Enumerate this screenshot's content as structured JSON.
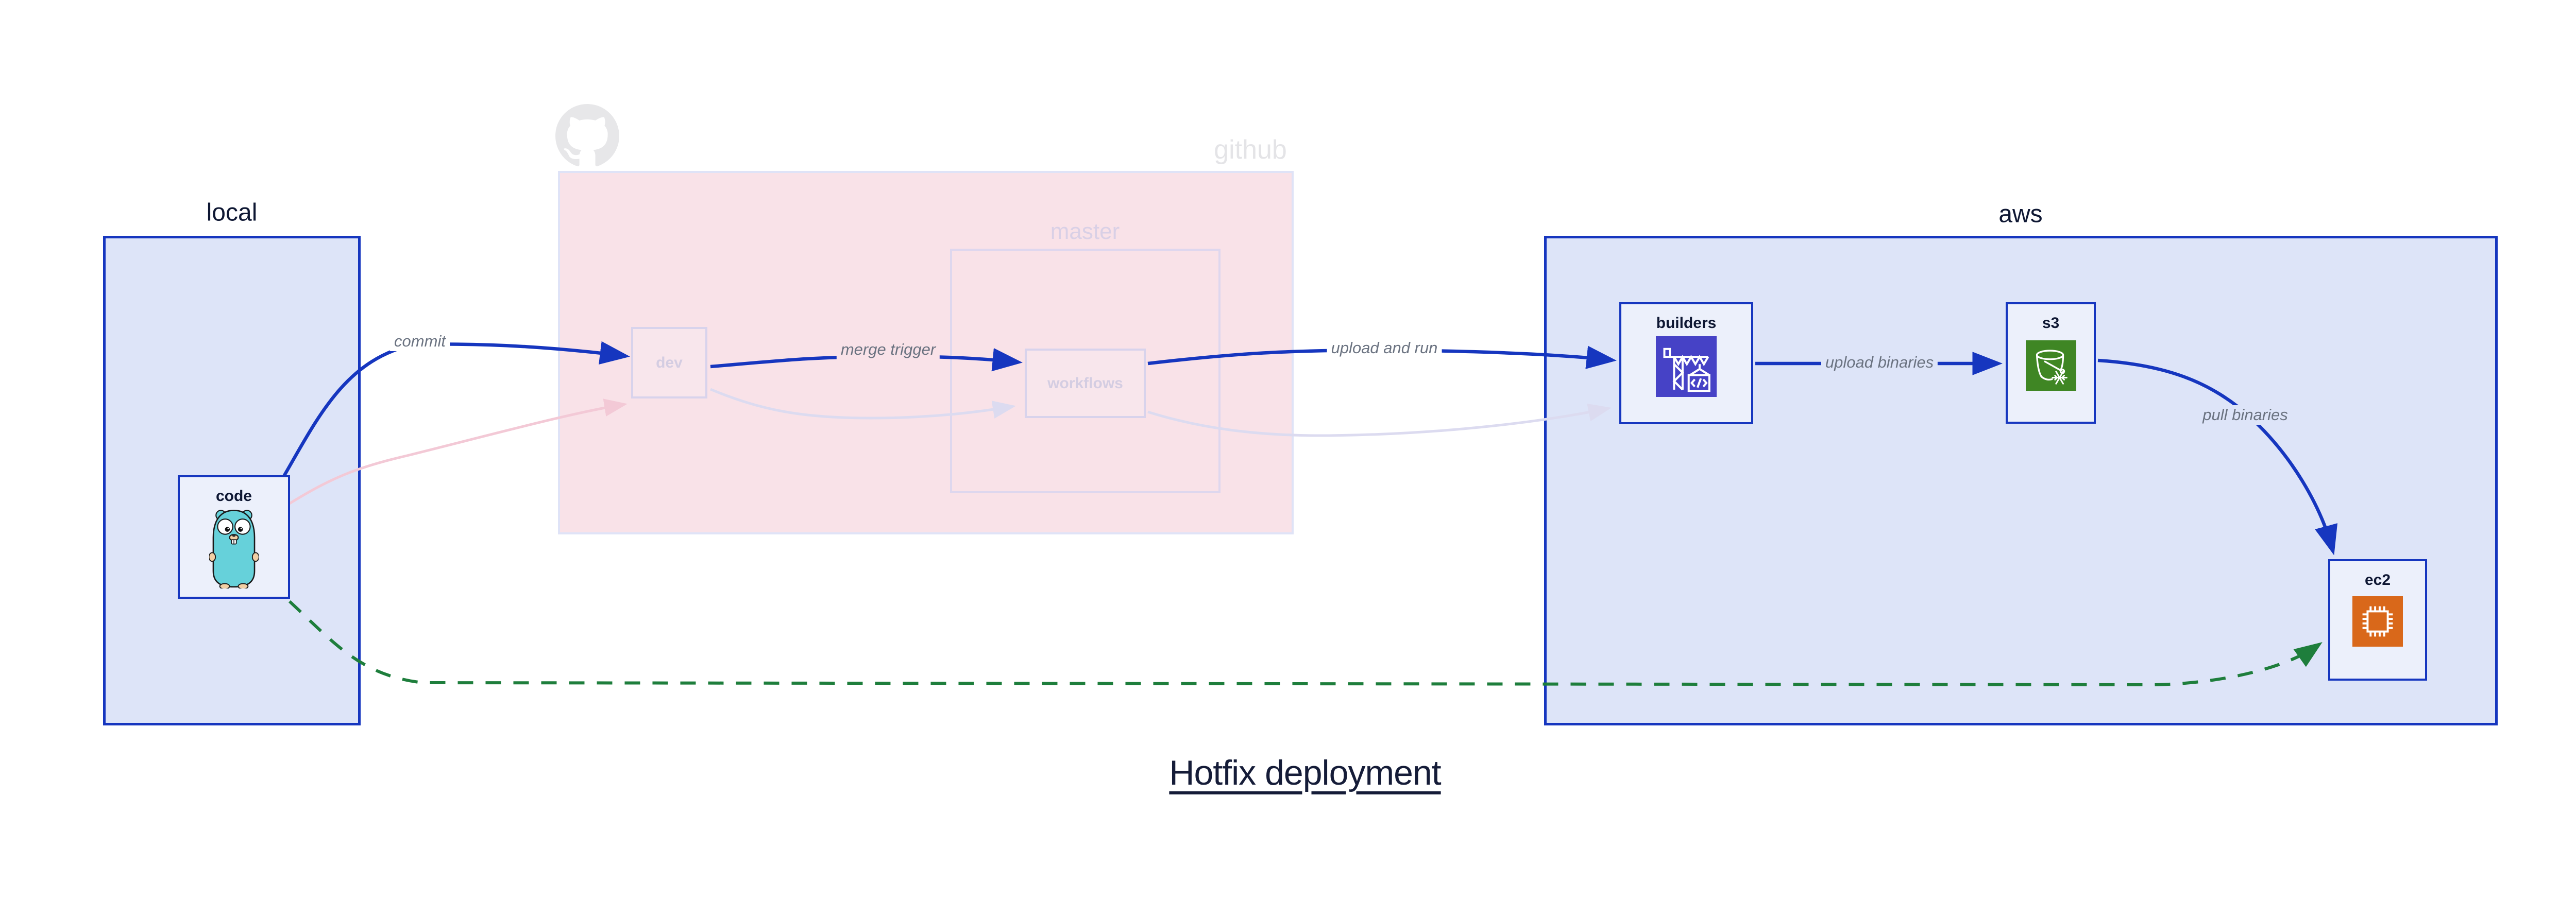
{
  "title": "Hotfix deployment",
  "regions": {
    "local": {
      "label": "local"
    },
    "github": {
      "label": "github"
    },
    "master": {
      "label": "master"
    },
    "aws": {
      "label": "aws"
    }
  },
  "nodes": {
    "code": {
      "label": "code",
      "icon": "gopher-icon"
    },
    "dev": {
      "label": "dev"
    },
    "workflows": {
      "label": "workflows"
    },
    "builders": {
      "label": "builders",
      "icon": "codebuild-crane-icon"
    },
    "s3": {
      "label": "s3",
      "icon": "s3-glacier-bucket-icon"
    },
    "ec2": {
      "label": "ec2",
      "icon": "ec2-chip-icon"
    }
  },
  "edges": {
    "commit": {
      "label": "commit",
      "from": "code",
      "to": "dev",
      "style": "solid-blue"
    },
    "merge_trigger": {
      "label": "merge trigger",
      "from": "dev",
      "to": "workflows",
      "style": "solid-blue"
    },
    "upload_and_run": {
      "label": "upload and run",
      "from": "workflows",
      "to": "builders",
      "style": "solid-blue"
    },
    "upload_binaries": {
      "label": "upload binaries",
      "from": "builders",
      "to": "s3",
      "style": "solid-blue"
    },
    "pull_binaries": {
      "label": "pull binaries",
      "from": "s3",
      "to": "ec2",
      "style": "solid-blue"
    },
    "hotfix_path": {
      "label": "",
      "from": "code",
      "to": "ec2",
      "style": "dashed-green"
    },
    "faded_code_dev": {
      "label": "",
      "from": "code",
      "to": "dev",
      "style": "faded-pink"
    },
    "faded_dev_workflows": {
      "label": "",
      "from": "dev",
      "to": "workflows",
      "style": "faded-lavender"
    },
    "faded_workflows_builders": {
      "label": "",
      "from": "workflows",
      "to": "builders",
      "style": "faded-lavender"
    }
  },
  "colors": {
    "edge_blue": "#1636bf",
    "edge_green": "#1e7e3c",
    "edge_faded_pink": "#f3c9d6",
    "edge_faded_lavender": "#dcdbf0",
    "region_fill_blue": "#dde4f8",
    "region_fill_pink": "#f9e2e8",
    "node_fill": "#ecf0fb",
    "builders_icon_bg": "#4642c6",
    "s3_icon_bg": "#3f8624",
    "ec2_icon_bg": "#d9681a",
    "gopher_body": "#66d1da",
    "github_gray": "#e7e7e9",
    "edge_label_gray": "#6a7280",
    "text_dark": "#0e1733"
  }
}
